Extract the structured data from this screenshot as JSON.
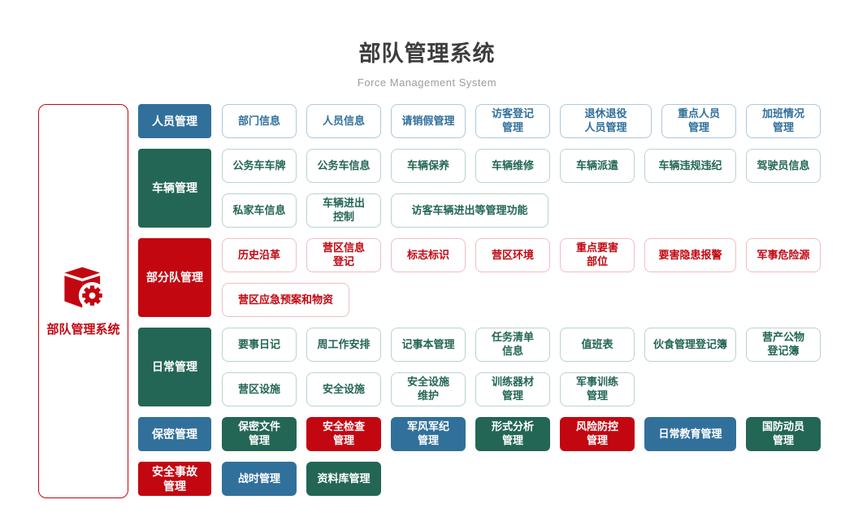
{
  "header": {
    "title": "部队管理系统",
    "subtitle": "Force Management System"
  },
  "root": {
    "label": "部队管理系统",
    "icon": "cube-gear-icon"
  },
  "colors": {
    "blue": "#31709b",
    "green": "#236655",
    "red": "#c20711",
    "blue_border": "#abc9de",
    "green_border": "#b8d4c9",
    "red_border": "#f1bec1",
    "title": "#3d3d3d",
    "subtitle": "#9c9c9c"
  },
  "groups": [
    {
      "label": "人员管理",
      "items": [
        {
          "label": "部门信息"
        },
        {
          "label": "人员信息"
        },
        {
          "label": "请销假管理"
        },
        {
          "label": "访客登记\n管理"
        },
        {
          "label": "退休退役\n人员管理"
        },
        {
          "label": "重点人员\n管理"
        },
        {
          "label": "加班情况\n管理"
        }
      ]
    },
    {
      "label": "车辆管理",
      "items": [
        {
          "label": "公务车车牌"
        },
        {
          "label": "公务车信息"
        },
        {
          "label": "车辆保养"
        },
        {
          "label": "车辆维修"
        },
        {
          "label": "车辆派遣"
        },
        {
          "label": "车辆违规违纪"
        },
        {
          "label": "驾驶员信息"
        },
        {
          "label": "私家车信息"
        },
        {
          "label": "车辆进出\n控制"
        },
        {
          "label": "访客车辆进出等管理功能"
        }
      ]
    },
    {
      "label": "部分队管理",
      "items": [
        {
          "label": "历史沿革"
        },
        {
          "label": "营区信息\n登记"
        },
        {
          "label": "标志标识"
        },
        {
          "label": "营区环境"
        },
        {
          "label": "重点要害\n部位"
        },
        {
          "label": "要害隐患报警"
        },
        {
          "label": "军事危险源"
        },
        {
          "label": "营区应急预案和物资"
        }
      ]
    },
    {
      "label": "日常管理",
      "items": [
        {
          "label": "要事日记"
        },
        {
          "label": "周工作安排"
        },
        {
          "label": "记事本管理"
        },
        {
          "label": "任务清单\n信息"
        },
        {
          "label": "值班表"
        },
        {
          "label": "伙食管理登记簿"
        },
        {
          "label": "营产公物\n登记簿"
        },
        {
          "label": "营区设施"
        },
        {
          "label": "安全设施"
        },
        {
          "label": "安全设施\n维护"
        },
        {
          "label": "训练器材\n管理"
        },
        {
          "label": "军事训练\n管理"
        }
      ]
    },
    {
      "label": "保密管理",
      "items": [
        {
          "label": "保密文件\n管理"
        },
        {
          "label": "安全检查\n管理"
        },
        {
          "label": "军风军纪\n管理"
        },
        {
          "label": "形式分析\n管理"
        },
        {
          "label": "风险防控\n管理"
        },
        {
          "label": "日常教育管理"
        },
        {
          "label": "国防动员\n管理"
        }
      ]
    },
    {
      "label": "安全事故\n管理",
      "items": [
        {
          "label": "战时管理"
        },
        {
          "label": "资料库管理"
        }
      ]
    }
  ]
}
